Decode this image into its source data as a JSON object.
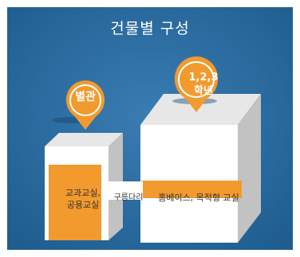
{
  "title": "건물별 구성",
  "buildings": {
    "annex": {
      "pin_label": "별관",
      "content_line1": "교과교실,",
      "content_line2": "공용교실"
    },
    "main": {
      "pin_label_line1": "1,2,3",
      "pin_label_line2": "학년",
      "content": "홈베이스, 목적형 교실"
    }
  },
  "bridge_label": "구름다리",
  "colors": {
    "background": "#2f6fa3",
    "accent_orange": "#f29a2e",
    "box_front": "#ffffff",
    "box_top": "#e7e7e7",
    "box_side": "#c2c2c2",
    "text_dark": "#333333"
  }
}
